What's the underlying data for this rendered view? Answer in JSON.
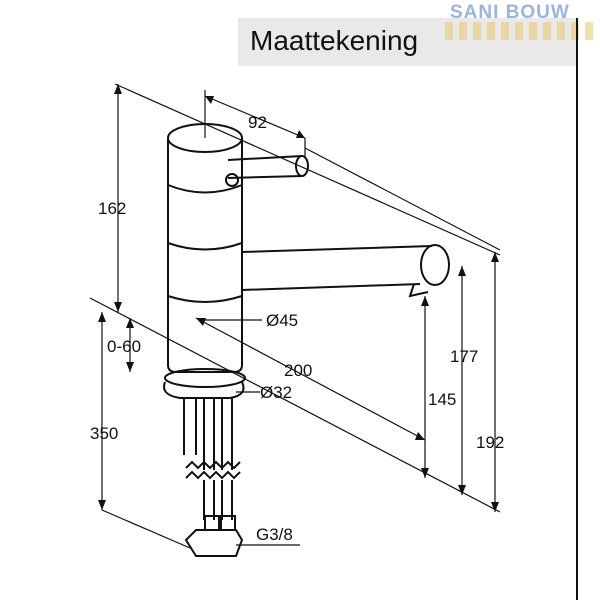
{
  "header": {
    "title": "Maattekening"
  },
  "watermark": {
    "text": "SANI BOUW"
  },
  "dimensions": {
    "spout_reach_top": "92",
    "body_height": "162",
    "body_diameter": "Ø45",
    "adjust_range": "0-60",
    "spout_reach": "200",
    "hole_diameter": "Ø32",
    "below_deck": "350",
    "spout_height": "145",
    "spout_top": "177",
    "total_height": "192",
    "connection": "G3/8"
  },
  "colors": {
    "line": "#111111",
    "title_bg": "#e9e9e9",
    "logo": "#9bb3e0"
  }
}
